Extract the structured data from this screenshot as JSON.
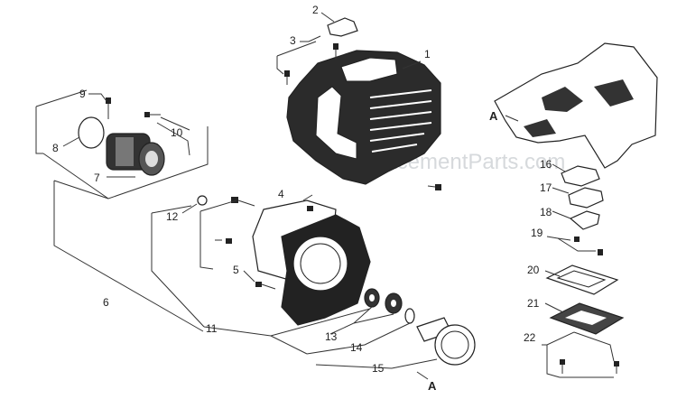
{
  "watermark": "eReplacementParts.com",
  "callouts": [
    {
      "id": "1",
      "text": "1"
    },
    {
      "id": "2",
      "text": "2"
    },
    {
      "id": "3",
      "text": "3"
    },
    {
      "id": "4",
      "text": "4"
    },
    {
      "id": "5",
      "text": "5"
    },
    {
      "id": "6",
      "text": "6"
    },
    {
      "id": "7",
      "text": "7"
    },
    {
      "id": "8",
      "text": "8"
    },
    {
      "id": "9",
      "text": "9"
    },
    {
      "id": "10",
      "text": "10"
    },
    {
      "id": "11",
      "text": "11"
    },
    {
      "id": "12",
      "text": "12"
    },
    {
      "id": "13",
      "text": "13"
    },
    {
      "id": "14",
      "text": "14"
    },
    {
      "id": "15",
      "text": "15"
    },
    {
      "id": "16",
      "text": "16"
    },
    {
      "id": "17",
      "text": "17"
    },
    {
      "id": "18",
      "text": "18"
    },
    {
      "id": "19",
      "text": "19"
    },
    {
      "id": "20",
      "text": "20"
    },
    {
      "id": "21",
      "text": "21"
    },
    {
      "id": "22",
      "text": "22"
    },
    {
      "id": "A1",
      "text": "A"
    },
    {
      "id": "A2",
      "text": "A"
    }
  ]
}
